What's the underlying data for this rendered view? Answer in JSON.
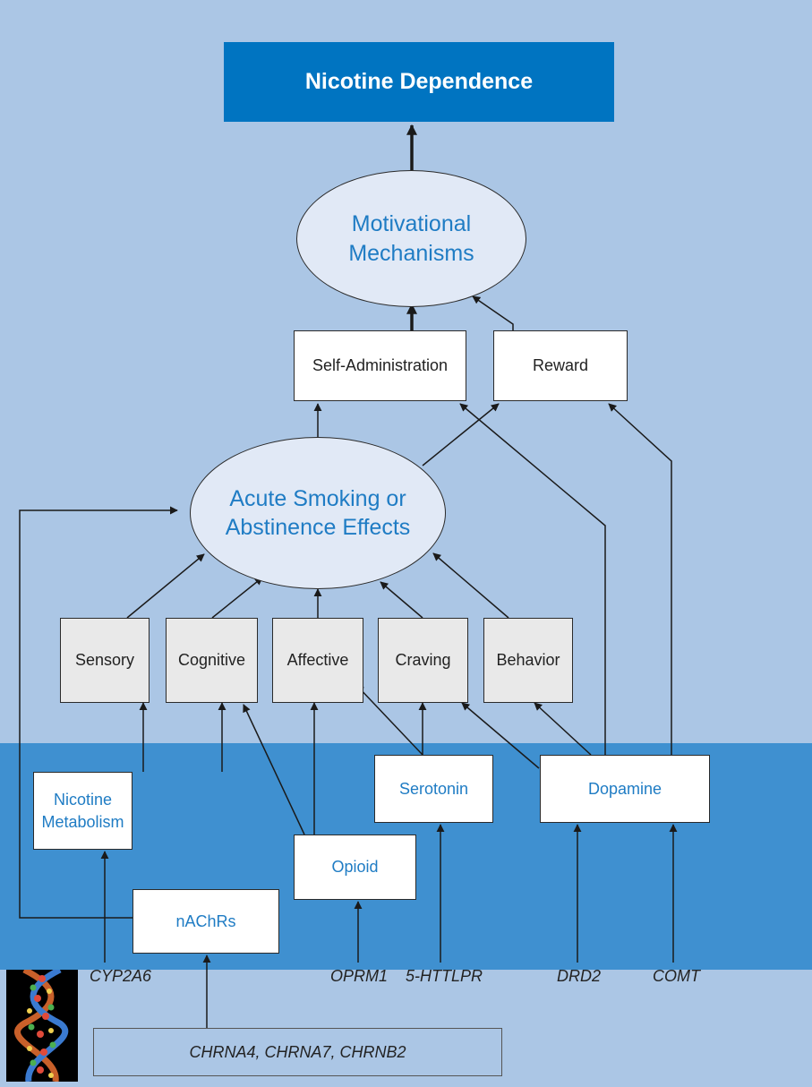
{
  "title": "Nicotine Dependence",
  "motivational": {
    "line1": "Motivational",
    "line2": "Mechanisms"
  },
  "self_administration": "Self-Administration",
  "reward": "Reward",
  "acute": {
    "line1": "Acute Smoking or",
    "line2": "Abstinence Effects"
  },
  "effects": [
    "Sensory",
    "Cognitive",
    "Affective",
    "Craving",
    "Behavior"
  ],
  "nicotine_metabolism": {
    "line1": "Nicotine",
    "line2": "Metabolism"
  },
  "serotonin": "Serotonin",
  "dopamine": "Dopamine",
  "opioid": "Opioid",
  "nachrs": "nAChRs",
  "genes": {
    "cyp2a6": "CYP2A6",
    "oprm1": "OPRM1",
    "httlpr": "5-HTTLPR",
    "drd2": "DRD2",
    "comt": "COMT",
    "chrna": "CHRNA4, CHRNA7, CHRNB2"
  },
  "colors": {
    "background": "#abc6e5",
    "band": "#3f90d0",
    "title_box": "#0074c1",
    "ellipse_fill": "#e1e9f6",
    "accent_text": "#1f7cc4",
    "effect_box": "#e9e9e9"
  },
  "dna_image": "dna-helix-image"
}
